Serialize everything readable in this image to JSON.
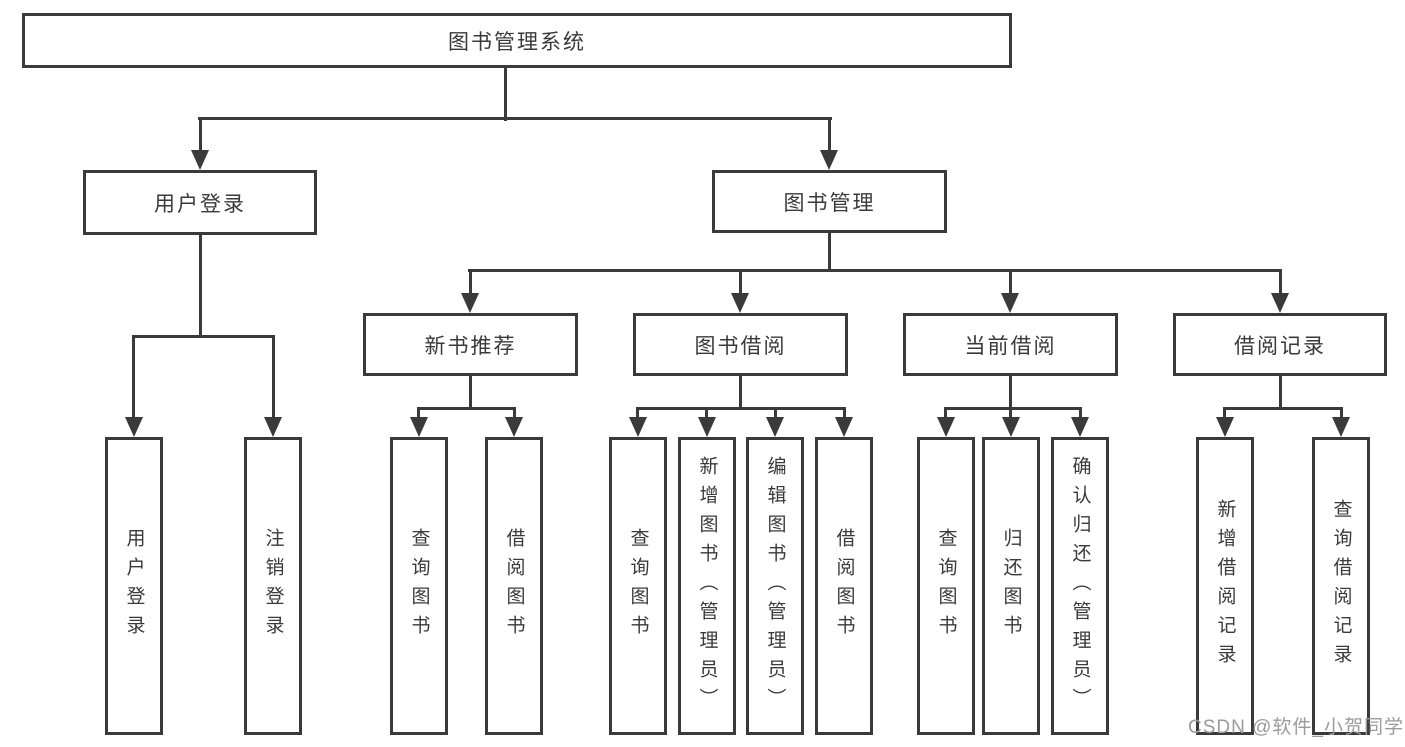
{
  "diagram": {
    "nodes": {
      "root": {
        "label": "图书管理系统"
      },
      "user_login": {
        "label": "用户登录"
      },
      "book_mgmt": {
        "label": "图书管理"
      },
      "new_books": {
        "label": "新书推荐"
      },
      "book_borrow": {
        "label": "图书借阅"
      },
      "current_borrow": {
        "label": "当前借阅"
      },
      "borrow_records": {
        "label": "借阅记录"
      },
      "ul1": {
        "label": "用户登录"
      },
      "ul2": {
        "label": "注销登录"
      },
      "nb1": {
        "label": "查询图书"
      },
      "nb2": {
        "label": "借阅图书"
      },
      "bb1": {
        "label": "查询图书"
      },
      "bb2": {
        "label": "新增图书（管理员）"
      },
      "bb3": {
        "label": "编辑图书（管理员）"
      },
      "bb4": {
        "label": "借阅图书"
      },
      "cb1": {
        "label": "查询图书"
      },
      "cb2": {
        "label": "归还图书"
      },
      "cb3": {
        "label": "确认归还（管理员）"
      },
      "br1": {
        "label": "新增借阅记录"
      },
      "br2": {
        "label": "查询借阅记录"
      }
    },
    "edges": [
      {
        "from": "图书管理系统",
        "to": [
          "用户登录",
          "图书管理"
        ]
      },
      {
        "from": "用户登录",
        "to": [
          "用户登录",
          "注销登录"
        ]
      },
      {
        "from": "图书管理",
        "to": [
          "新书推荐",
          "图书借阅",
          "当前借阅",
          "借阅记录"
        ]
      },
      {
        "from": "新书推荐",
        "to": [
          "查询图书",
          "借阅图书"
        ]
      },
      {
        "from": "图书借阅",
        "to": [
          "查询图书",
          "新增图书（管理员）",
          "编辑图书（管理员）",
          "借阅图书"
        ]
      },
      {
        "from": "当前借阅",
        "to": [
          "查询图书",
          "归还图书",
          "确认归还（管理员）"
        ]
      },
      {
        "from": "借阅记录",
        "to": [
          "新增借阅记录",
          "查询借阅记录"
        ]
      }
    ]
  },
  "watermark": {
    "text": "CSDN @软件_小贺同学"
  },
  "colors": {
    "line": "#3a3a3a",
    "text": "#3a3a3a",
    "watermark": "#9b9b9b",
    "background": "#ffffff"
  }
}
